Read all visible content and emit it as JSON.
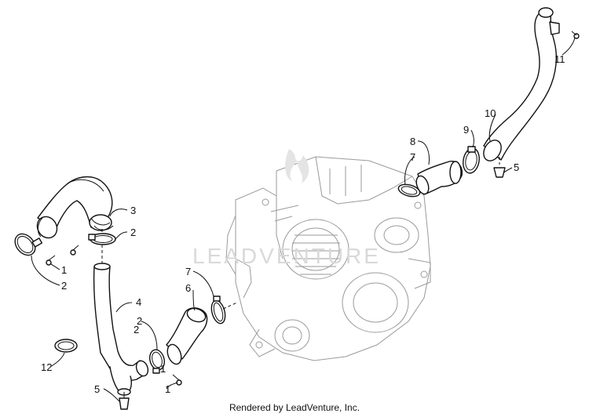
{
  "diagram": {
    "watermark": "LEADVENTURE",
    "credit": "Rendered by LeadVenture, Inc.",
    "callouts": [
      "1",
      "2",
      "3",
      "2",
      "1",
      "2",
      "4",
      "2",
      "1",
      "5",
      "12",
      "7",
      "6",
      "8",
      "7",
      "9",
      "10",
      "5",
      "11"
    ]
  }
}
